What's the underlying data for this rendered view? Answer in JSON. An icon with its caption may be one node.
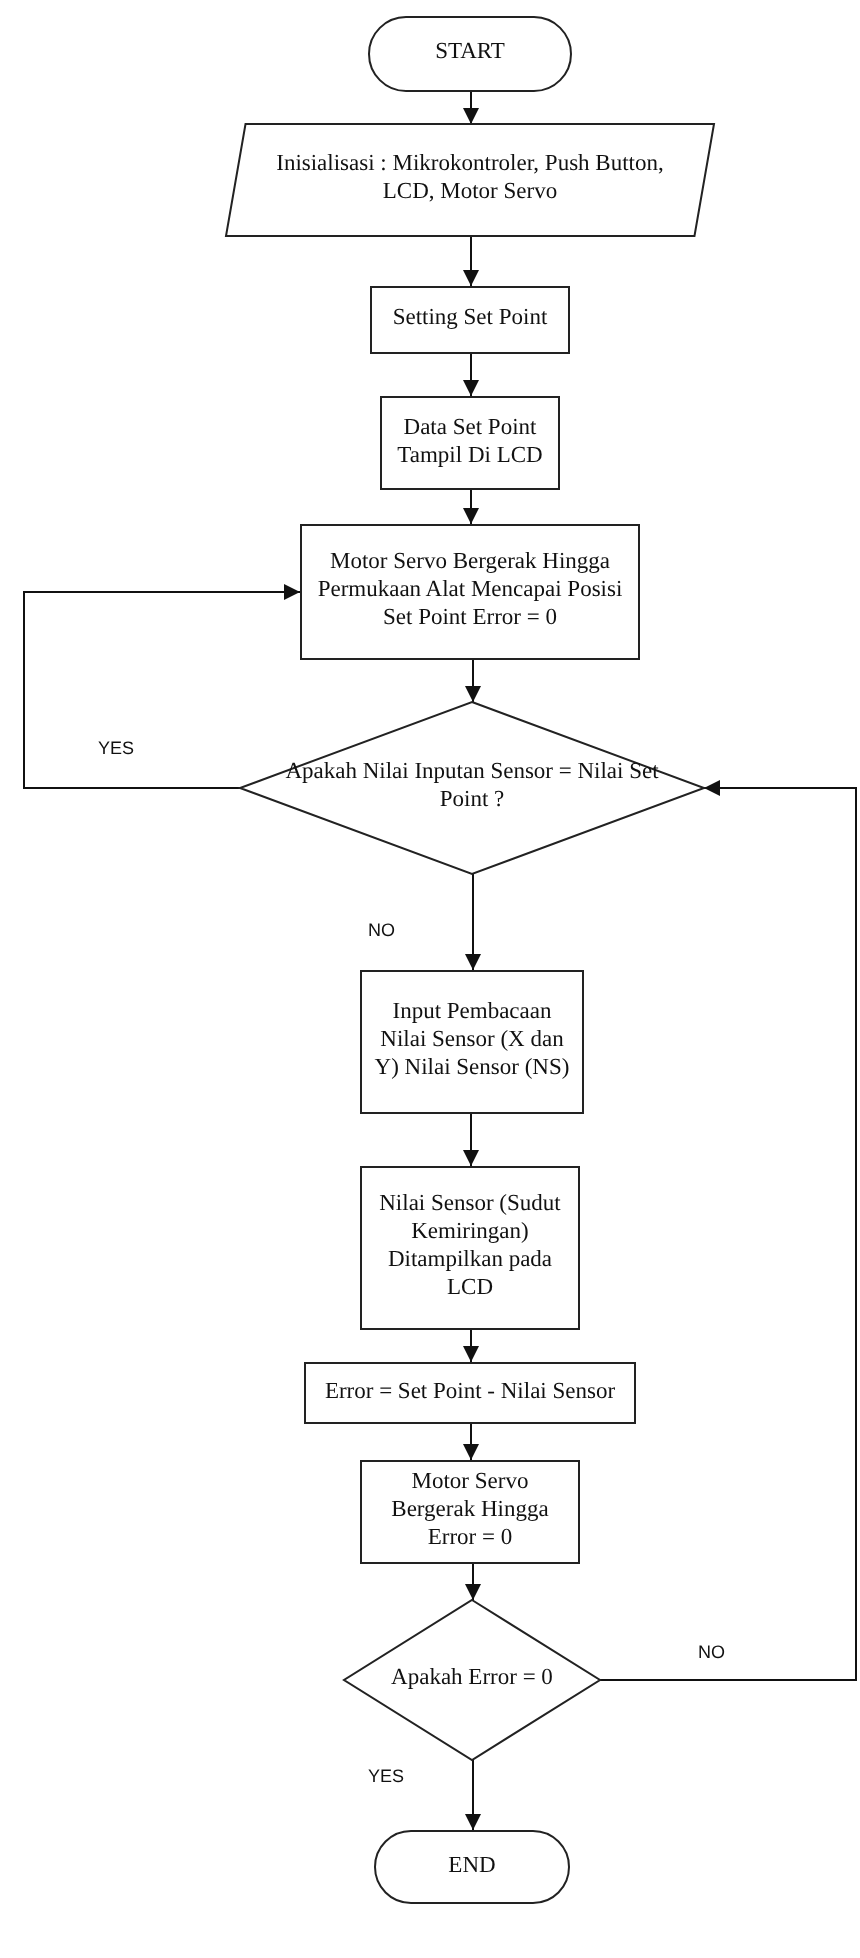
{
  "diagram": {
    "nodes": [
      {
        "text": [
          "START"
        ]
      },
      {
        "text": [
          "Inisialisasi : Mikrokontroler, Push Button, LCD, Motor Servo"
        ]
      },
      {
        "text": [
          "Setting Set Point"
        ]
      },
      {
        "text": [
          "Data Set Point Tampil Di LCD"
        ]
      },
      {
        "text": [
          "Motor Servo Bergerak Hingga Permukaan Alat Mencapai Posisi Set Point Error = 0"
        ]
      },
      {
        "text": [
          "Apakah Nilai Inputan Sensor = Nilai Set Point ?"
        ]
      },
      {
        "text": [
          "Input Pembacaan Nilai Sensor (X dan Y) Nilai Sensor (NS)"
        ]
      },
      {
        "text": [
          "Nilai Sensor (Sudut Kemiringan) Ditampilkan pada LCD"
        ]
      },
      {
        "text": [
          "Error = Set Point - Nilai Sensor"
        ]
      },
      {
        "text": [
          "Motor Servo Bergerak Hingga Error = 0"
        ]
      },
      {
        "text": [
          "Apakah Error = 0"
        ]
      },
      {
        "text": [
          "END"
        ]
      }
    ],
    "edges": [
      {
        "from": 0,
        "to": 1,
        "arrow": "to"
      },
      {
        "from": 1,
        "to": 2,
        "arrow": "to"
      },
      {
        "from": 2,
        "to": 3,
        "arrow": "to"
      },
      {
        "from": 3,
        "to": 4,
        "arrow": "to"
      },
      {
        "from": 4,
        "to": 5,
        "arrow": "to"
      },
      {
        "from": 5,
        "to": 4,
        "arrow": "to",
        "label": "YES"
      },
      {
        "from": 5,
        "to": 6,
        "arrow": "to",
        "label": "NO"
      },
      {
        "from": 6,
        "to": 7,
        "arrow": "to"
      },
      {
        "from": 7,
        "to": 8,
        "arrow": "to"
      },
      {
        "from": 8,
        "to": 9,
        "arrow": "to"
      },
      {
        "from": 9,
        "to": 10,
        "arrow": "to"
      },
      {
        "from": 10,
        "to": 11,
        "arrow": "to",
        "label": "YES"
      },
      {
        "from": 10,
        "to": 5,
        "arrow": "to",
        "label": "NO"
      }
    ]
  }
}
